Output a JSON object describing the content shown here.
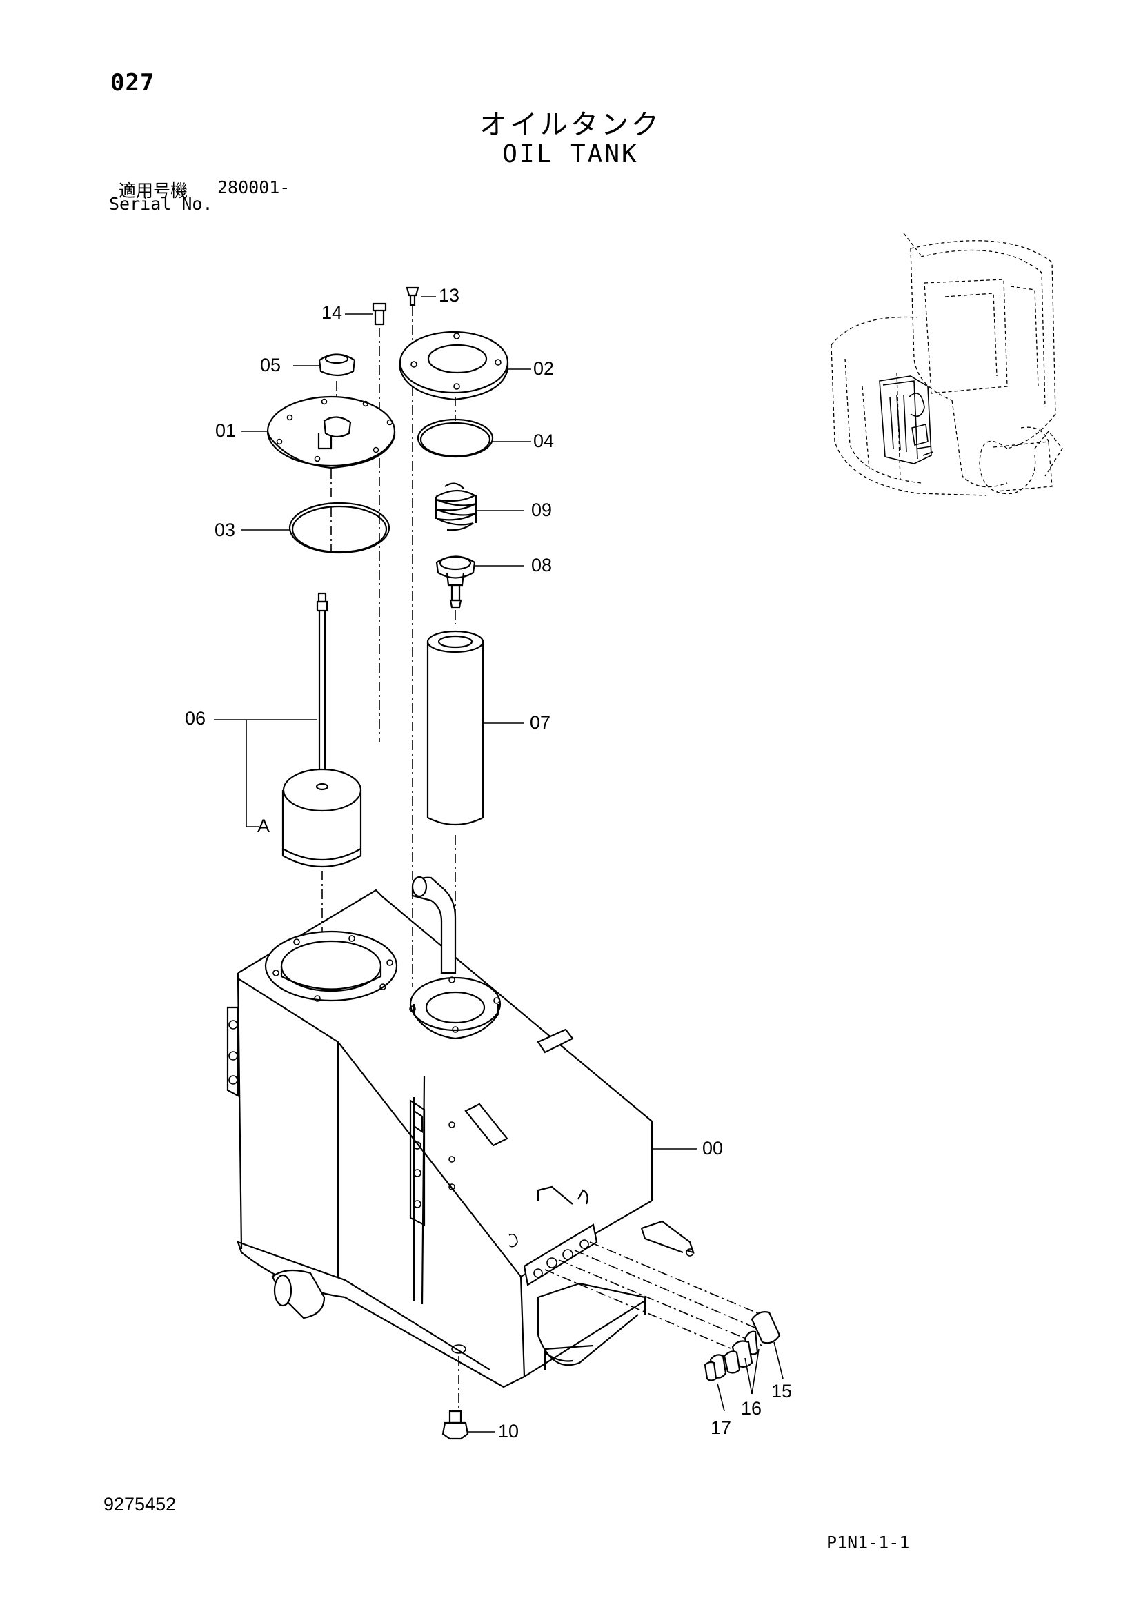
{
  "header": {
    "page_number": "027",
    "title_ja": "オイルタンク",
    "title_en": "OIL TANK",
    "serial_label_ja": "適用号機",
    "serial_value": "280001-",
    "serial_label_en": "Serial No."
  },
  "callouts": {
    "p00": "00",
    "p01": "01",
    "p02": "02",
    "p03": "03",
    "p04": "04",
    "p05": "05",
    "p06": "06",
    "p07": "07",
    "p08": "08",
    "p09": "09",
    "p10": "10",
    "p13": "13",
    "p14": "14",
    "p15": "15",
    "p16": "16",
    "p17": "17",
    "sub_a": "A"
  },
  "footer": {
    "doc_number": "9275452",
    "page_code": "P1N1-1-1"
  }
}
